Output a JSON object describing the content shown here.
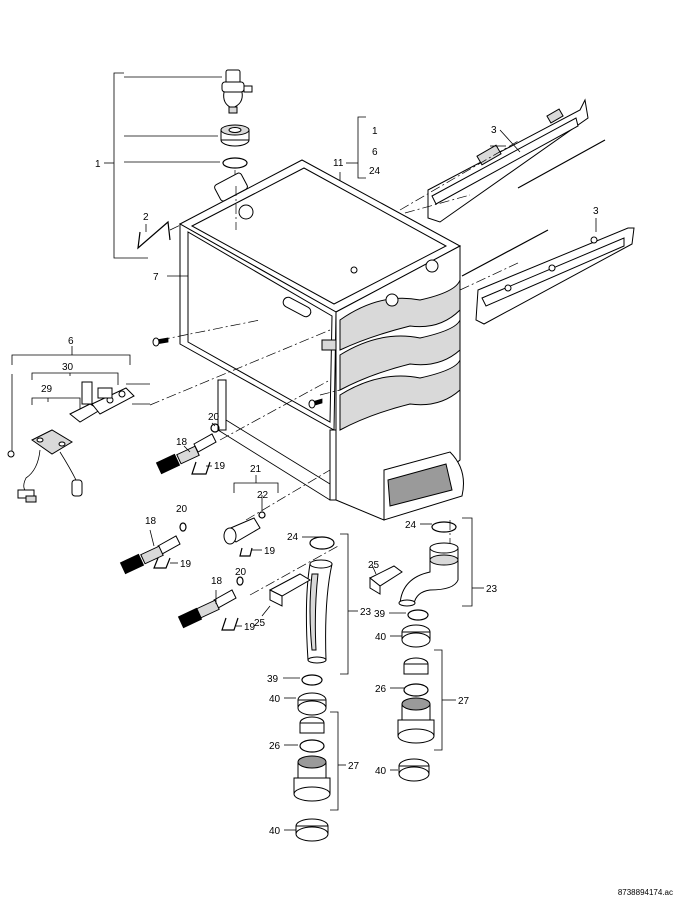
{
  "callouts": {
    "c1": "1",
    "c2": "2",
    "c3a": "3",
    "c3b": "3",
    "c6": "6",
    "c7": "7",
    "c11": "11",
    "c11_list": [
      "1",
      "6",
      "24"
    ],
    "c18a": "18",
    "c18b": "18",
    "c18c": "18",
    "c19a": "19",
    "c19b": "19",
    "c19c": "19",
    "c20a": "20",
    "c20b": "20",
    "c20c": "20",
    "c21": "21",
    "c22": "22",
    "c23a": "23",
    "c23b": "23",
    "c24a": "24",
    "c24b": "24",
    "c25a": "25",
    "c25b": "25",
    "c26a": "26",
    "c26b": "26",
    "c27a": "27",
    "c27b": "27",
    "c29": "29",
    "c30": "30",
    "c39a": "39",
    "c39b": "39",
    "c40a": "40",
    "c40b": "40",
    "c40c": "40",
    "c40d": "40"
  },
  "drawing_code": "8738894174.ac"
}
